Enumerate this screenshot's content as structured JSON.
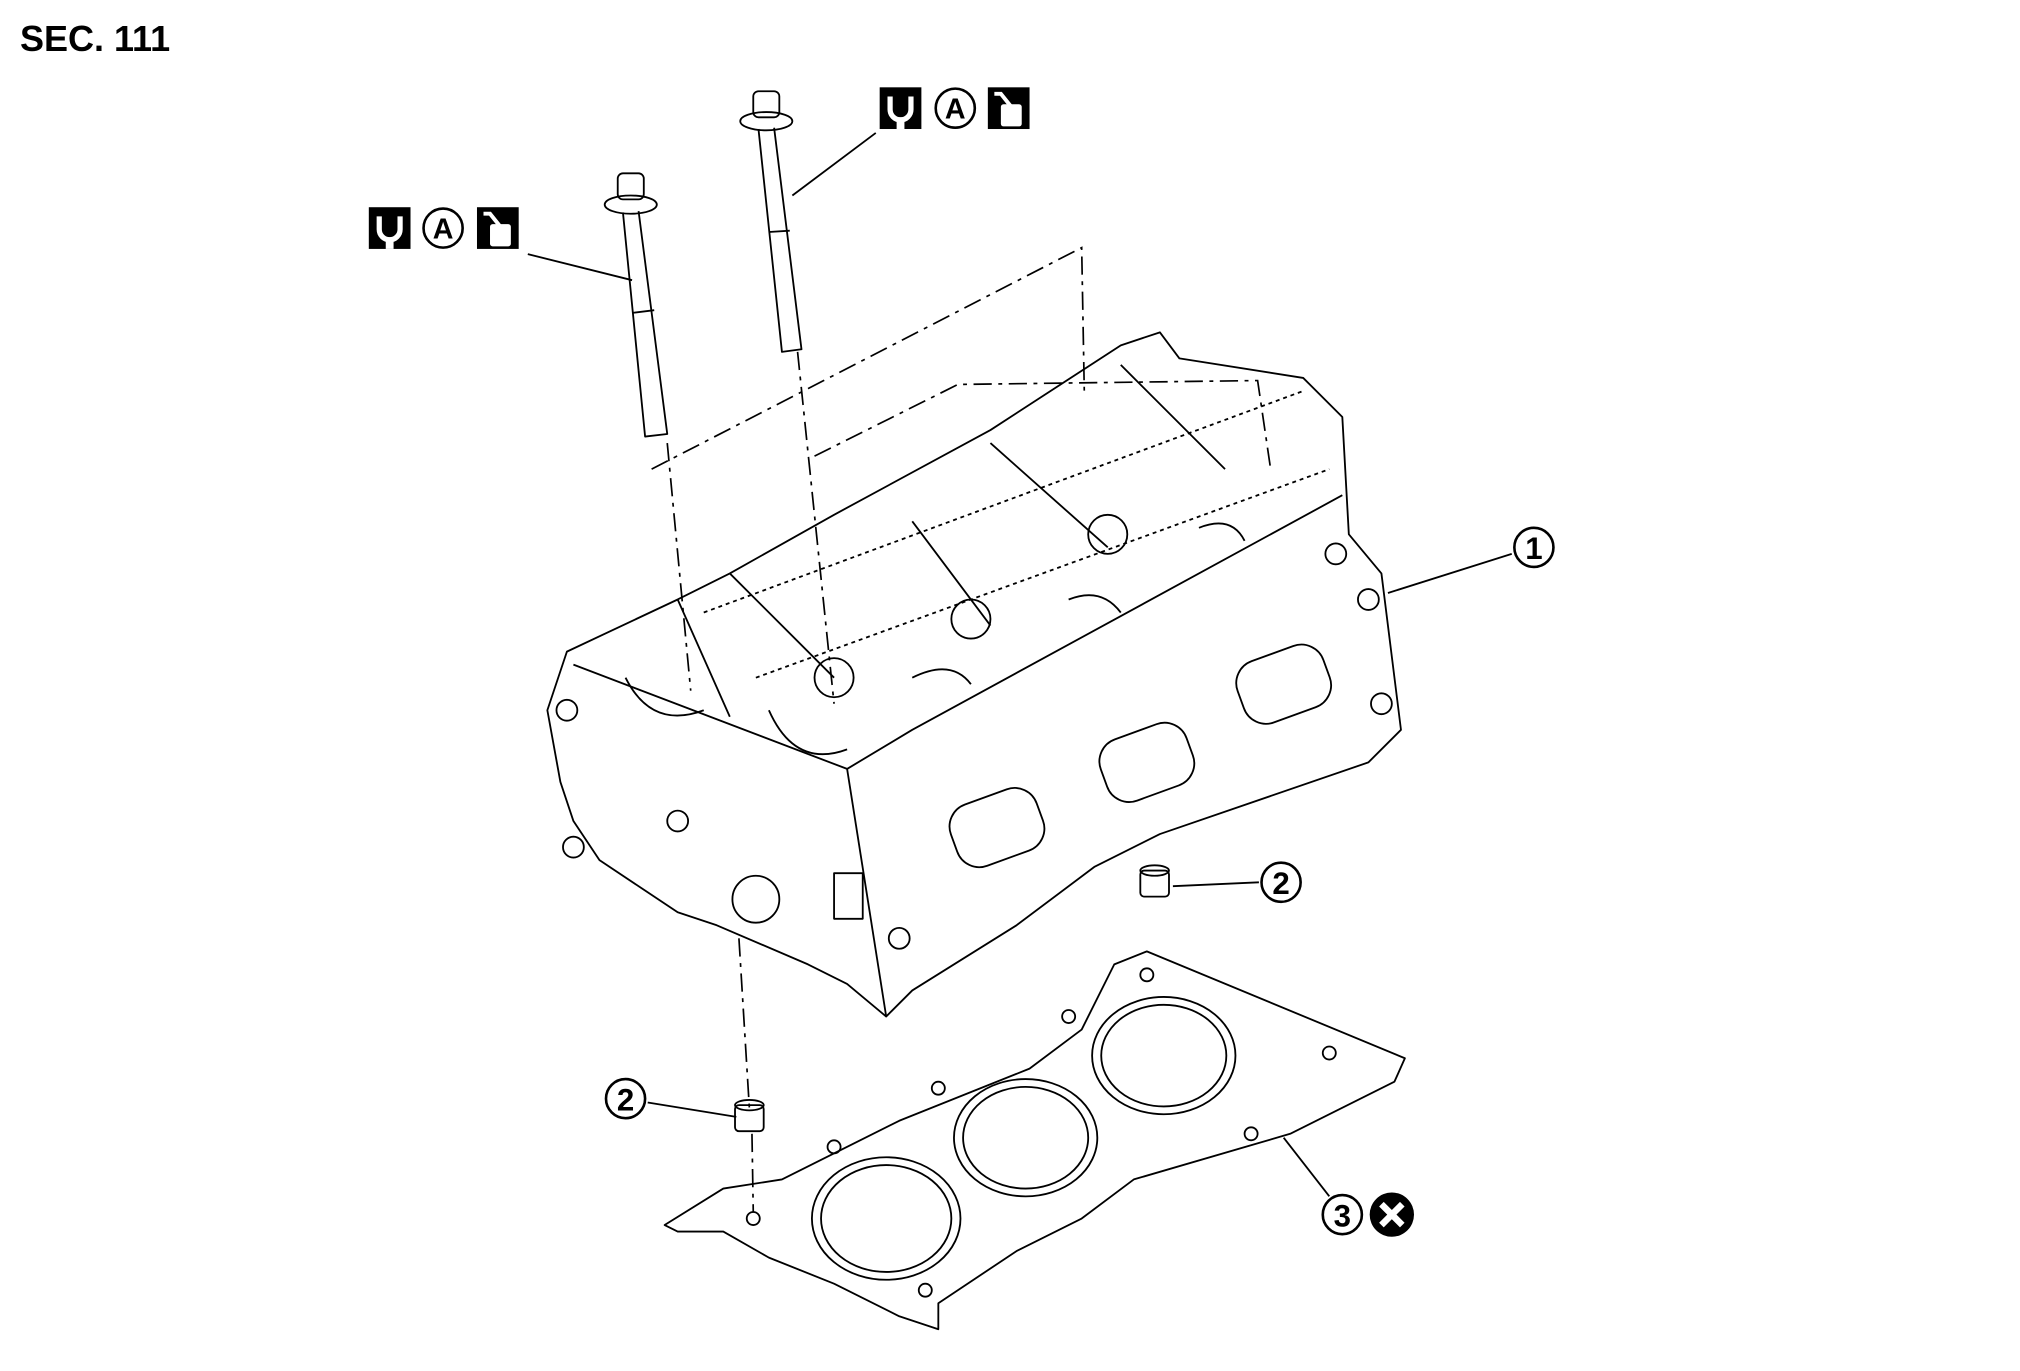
{
  "section": "SEC. 111",
  "callouts": [
    {
      "number": "1",
      "part": "cylinder-head"
    },
    {
      "number": "2",
      "part": "dowel-pin"
    },
    {
      "number": "2",
      "part": "dowel-pin"
    },
    {
      "number": "3",
      "part": "cylinder-head-gasket"
    }
  ],
  "bolt_symbols": [
    {
      "tighten": "wrench-icon",
      "procedure": "A",
      "lubricate": "oil-can-icon"
    },
    {
      "tighten": "wrench-icon",
      "procedure": "A",
      "lubricate": "oil-can-icon"
    }
  ],
  "gasket_note": "do-not-reuse-icon"
}
